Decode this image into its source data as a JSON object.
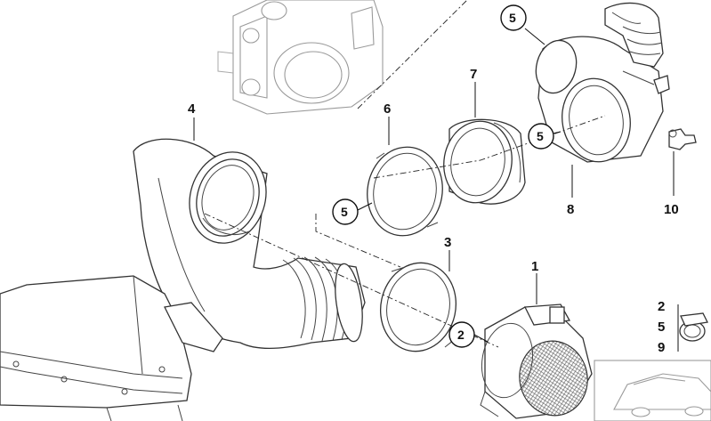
{
  "parts": {
    "p1": "1",
    "p3": "3",
    "p4": "4",
    "p6": "6",
    "p7": "7",
    "p8": "8",
    "p10": "10"
  },
  "callouts": {
    "c5_top": "5",
    "c5_right": "5",
    "c5_left": "5",
    "c2": "2"
  },
  "kit_list": [
    "2",
    "5",
    "9"
  ]
}
